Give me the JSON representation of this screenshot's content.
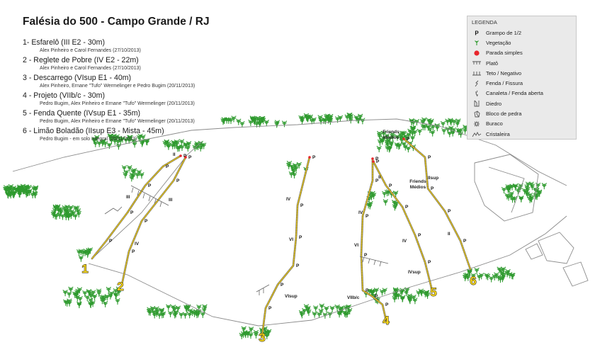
{
  "title": "Falésia do 500 - Campo Grande / RJ",
  "routes": [
    {
      "name": "1- Esfarelô (III E2 - 30m)",
      "fa": "Alex Pinheiro e Carol Fernandes (27/10/2013)"
    },
    {
      "name": "2 - Reglete de Pobre (IV E2 - 22m)",
      "fa": "Alex Pinheiro e Carol Fernandes (27/10/2013)"
    },
    {
      "name": "3 - Descarrego (VIsup E1 - 40m)",
      "fa": "Alex Pinheiro, Ernane \"Tufo\" Wermelinger e Pedro Bugim (20/11/2013)"
    },
    {
      "name": "4 - Projeto (VIIb/c - 30m)",
      "fa": "Pedro Bugim, Alex Pinheiro  e Ernane \"Tufo\" Wermelinger  (20/11/2013)"
    },
    {
      "name": "5 - Fenda Quente (IVsup E1 - 35m)",
      "fa": "Pedro Bugim, Alex Pinheiro e Ernane \"Tufo\" Wermelinger (20/11/2013)"
    },
    {
      "name": "6 - Limão Boladão (IIsup E3 - Mista - 45m)",
      "fa": "Pedro Bugim - em solo integral (20/11/2013)"
    }
  ],
  "legend": {
    "title": "LEGENDA",
    "items": [
      {
        "label": "Grampo de 1/2",
        "icon": "bolt-icon"
      },
      {
        "label": "Vegetação",
        "icon": "vegetation-icon"
      },
      {
        "label": "Parada simples",
        "icon": "anchor-icon",
        "color": "#e8262c"
      },
      {
        "label": "Platô",
        "icon": "ledge-icon"
      },
      {
        "label": "Teto / Negativo",
        "icon": "roof-icon"
      },
      {
        "label": "Fenda / Fissura",
        "icon": "crack-icon"
      },
      {
        "label": "Canaleta / Fenda aberta",
        "icon": "chimney-icon"
      },
      {
        "label": "Diedro",
        "icon": "dihedral-icon"
      },
      {
        "label": "Bloco de pedra",
        "icon": "boulder-icon"
      },
      {
        "label": "Buraco",
        "icon": "hole-icon"
      },
      {
        "label": "Cristaleira",
        "icon": "crystal-icon"
      }
    ]
  },
  "topo": {
    "route_numbers": [
      "1",
      "2",
      "3",
      "4",
      "5",
      "6"
    ],
    "bolt_label": "P",
    "grade_labels": [
      "III",
      "III",
      "II",
      "IV",
      "IV",
      "VI",
      "VIsup",
      "IV",
      "VI",
      "VIIb/c",
      "II",
      "IV",
      "IVsup",
      "IIsup",
      "II"
    ],
    "beta_notes": [
      {
        "line1": "Friends",
        "line2": "Médios"
      },
      {
        "line1": "Friends",
        "line2": "Médios"
      }
    ]
  },
  "colors": {
    "route_line": "#e2c21e",
    "route_number": "#f2d21a",
    "vegetation": "#2e9a2e",
    "anchor": "#e8262c",
    "rock_outline": "#8a8a8a"
  }
}
